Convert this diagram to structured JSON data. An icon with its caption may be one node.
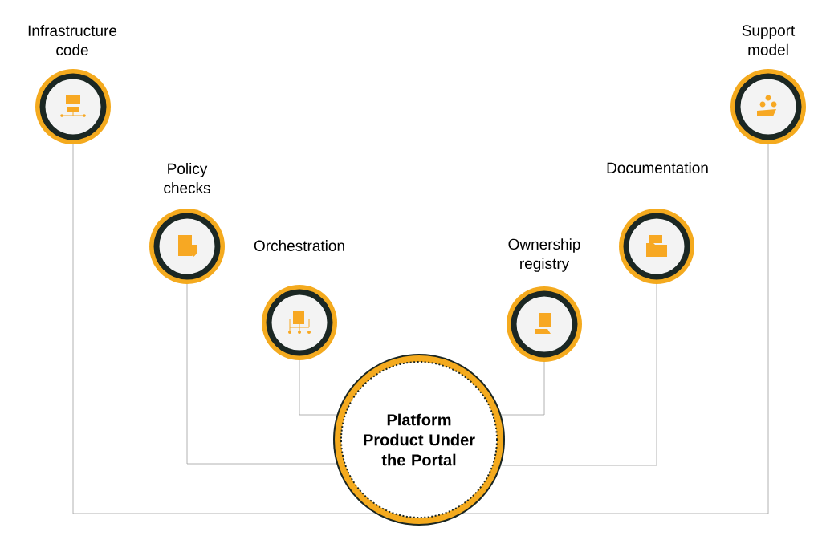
{
  "diagram": {
    "nodes": [
      {
        "text": [
          "Infrastructure code"
        ]
      },
      {
        "text": [
          "Policy checks"
        ]
      },
      {
        "text": [
          "Orchestration"
        ]
      },
      {
        "text": [
          "Ownership registry"
        ]
      },
      {
        "text": [
          "Documentation"
        ]
      },
      {
        "text": [
          "Support model"
        ]
      },
      {
        "text": [
          "Platform Product Under the Portal"
        ]
      }
    ],
    "edges": [
      {
        "from": 0,
        "to": 6,
        "arrow": "none"
      },
      {
        "from": 1,
        "to": 6,
        "arrow": "none"
      },
      {
        "from": 2,
        "to": 6,
        "arrow": "none"
      },
      {
        "from": 3,
        "to": 6,
        "arrow": "none"
      },
      {
        "from": 4,
        "to": 6,
        "arrow": "none"
      },
      {
        "from": 5,
        "to": 6,
        "arrow": "none"
      }
    ]
  }
}
